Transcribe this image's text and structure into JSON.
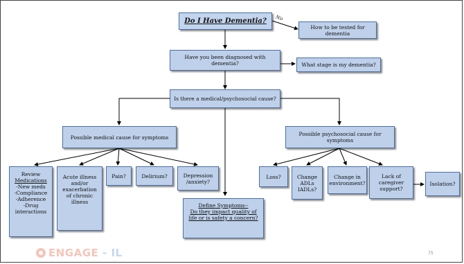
{
  "slide": {
    "title": "Do I Have Dementia?",
    "no_label": "No",
    "how_tested": "How to be tested for dementia",
    "diagnosed": "Have you been diagnosed with dementia?",
    "stage": "What stage is my dementia?",
    "cause": "Is there a medical/psychosocial cause?",
    "medical": "Possible medical cause for symptoms",
    "psychosocial": "Possible psychosocial cause for symptoms",
    "review_title": "Review",
    "review_med": "Medications",
    "review_rest": "-New meds\n-Compliance\n-Adherence\n-Drug interactions",
    "acute": "Acute illness and/or exacerbation of chronic illness",
    "pain": "Pain?",
    "delirium": "Delirium?",
    "depression": "Depression /anxiety?",
    "define_line1": "Define Symptoms--",
    "define_line2": "Do they impact quality of life or is safety a concern?",
    "loss": "Loss?",
    "change_adls": "Change ADLs IADLs?",
    "change_env": "Change in environment?",
    "lack_caregiver": "Lack of caregiver support?",
    "isolation": "Isolation?"
  },
  "footer": {
    "logo_part1": "ENGAGE",
    "logo_part2": " - IL",
    "page_number": "75"
  }
}
